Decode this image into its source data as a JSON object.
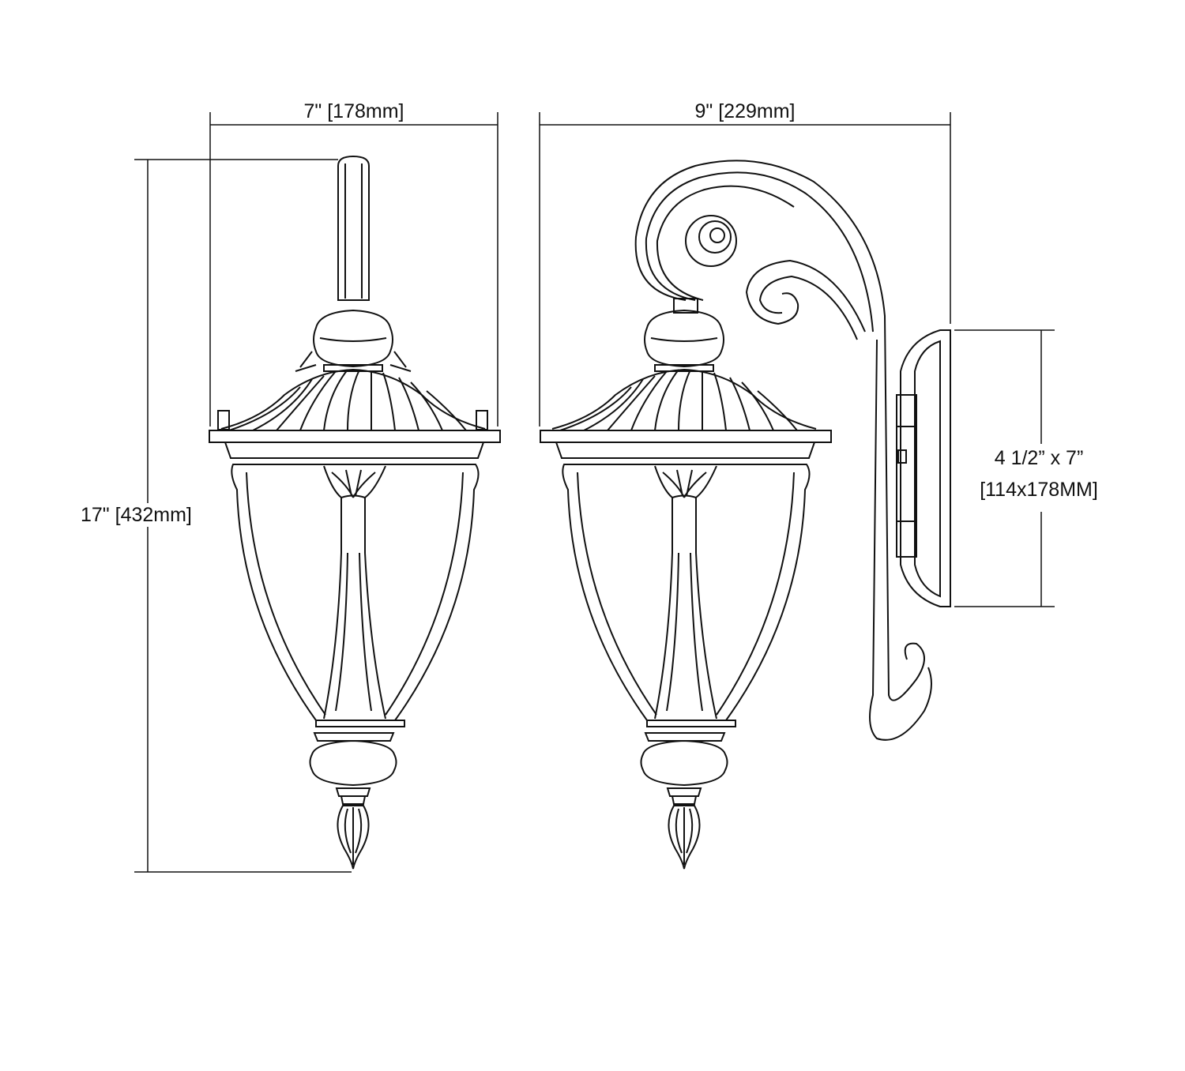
{
  "dimensions": {
    "front_width": "7\" [178mm]",
    "side_depth": "9\" [229mm]",
    "height": "17\" [432mm]",
    "backplate_line1": "4 1/2” x 7”",
    "backplate_line2": "[114x178MM]"
  },
  "colors": {
    "line": "#111111",
    "background": "#ffffff"
  }
}
